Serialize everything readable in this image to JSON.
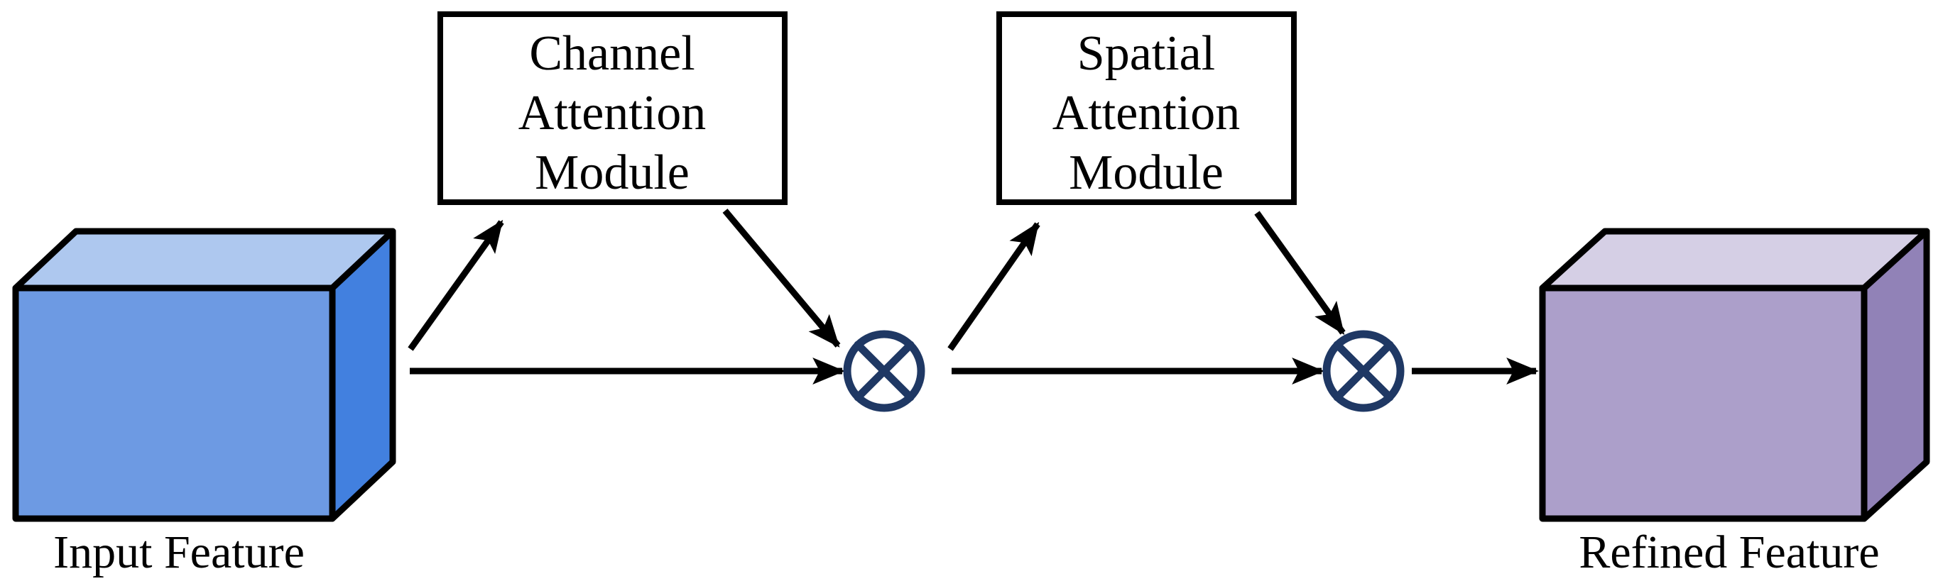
{
  "figure": {
    "type": "block-diagram",
    "description": "Convolutional block attention flow: input feature refined by channel then spatial attention via element-wise multiplication"
  },
  "input_cube": {
    "label": "Input Feature"
  },
  "refined_cube": {
    "label": "Refined Feature"
  },
  "channel_box": {
    "line1": "Channel",
    "line2": "Attention",
    "line3": "Module"
  },
  "spatial_box": {
    "line1": "Spatial",
    "line2": "Attention",
    "line3": "Module"
  },
  "operators": {
    "symbol": "multiply",
    "glyph": "⊗"
  },
  "colors": {
    "input_front": "#6D9AE3",
    "input_top": "#AEC8EF",
    "input_side": "#4280DF",
    "refined_front": "#AC9FCA",
    "refined_top": "#D5CFE5",
    "refined_side": "#9182B7",
    "operator": "#1F3864",
    "arrow": "#000000",
    "box_border": "#000000",
    "label_text": "#000000"
  }
}
